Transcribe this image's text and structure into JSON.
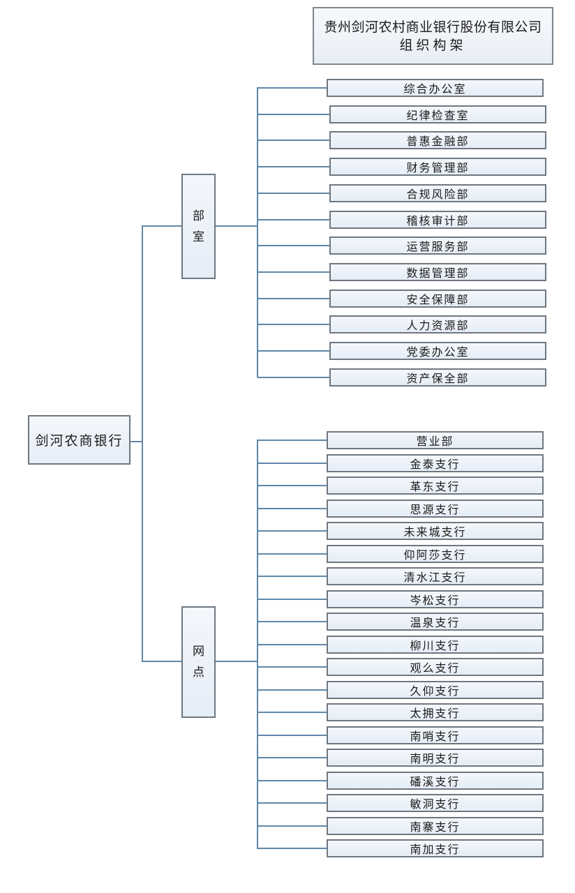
{
  "title": {
    "line1": "贵州剑河农村商业银行股份有限公司",
    "line2": "组织构架"
  },
  "root": {
    "label": "剑河农商银行"
  },
  "groups": [
    {
      "label_chars": [
        "部",
        "室"
      ],
      "label": "部室",
      "items": [
        "综合办公室",
        "纪律检查室",
        "普惠金融部",
        "财务管理部",
        "合规风险部",
        "稽核审计部",
        "运营服务部",
        "数据管理部",
        "安全保障部",
        "人力资源部",
        "党委办公室",
        "资产保全部"
      ]
    },
    {
      "label_chars": [
        "网",
        "点"
      ],
      "label": "网点",
      "items": [
        "营业部",
        "金泰支行",
        "革东支行",
        "思源支行",
        "未来城支行",
        "仰阿莎支行",
        "清水江支行",
        "岑松支行",
        "温泉支行",
        "柳川支行",
        "观么支行",
        "久仰支行",
        "太拥支行",
        "南哨支行",
        "南明支行",
        "磻溪支行",
        "敏洞支行",
        "南寨支行",
        "南加支行"
      ]
    }
  ],
  "colors": {
    "connector": "#5f87a8",
    "box_border": "#6e7780",
    "box_fill": "#e9eff7"
  }
}
